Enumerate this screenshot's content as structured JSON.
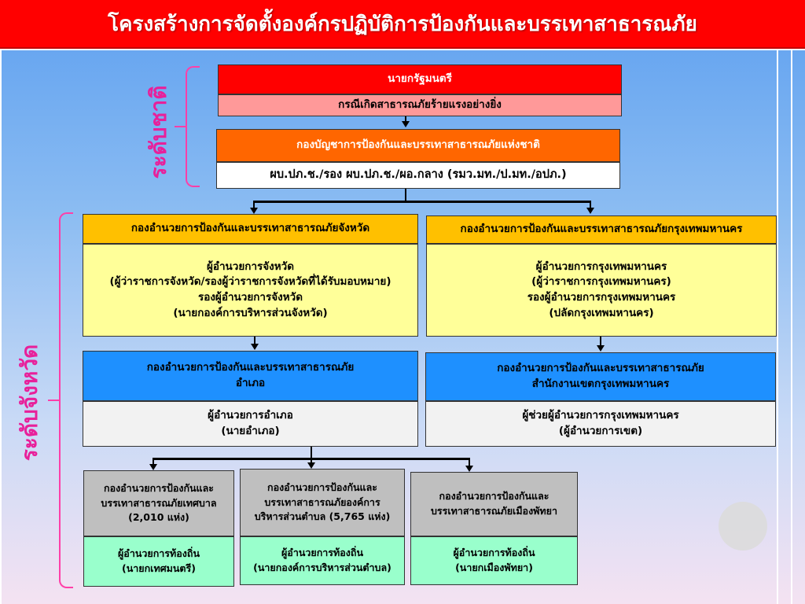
{
  "title": "โครงสร้างการจัดตั้งองค์กรปฏิบัติการป้องกันและบรรเทาสาธารณภัย",
  "levels": {
    "national": "ระดับชาติ",
    "provincial": "ระดับจังหวัด"
  },
  "national": {
    "pm": {
      "title": "นายกรัฐมนตรี",
      "subtitle": "กรณีเกิดสาธารณภัยร้ายแรงอย่างยิ่ง"
    },
    "command": {
      "title": "กองบัญชาการป้องกันและบรรเทาสาธารณภัยแห่งชาติ",
      "subtitle": "ผบ.ปภ.ช./รอง ผบ.ปภ.ช./ผอ.กลาง (รมว.มท./ป.มท./อปภ.)"
    }
  },
  "province": {
    "title": "กองอำนวยการป้องกันและบรรเทาสาธารณภัยจังหวัด",
    "lines": [
      "ผู้อำนวยการจังหวัด",
      "(ผู้ว่าราชการจังหวัด/รองผู้ว่าราชการจังหวัดที่ได้รับมอบหมาย)",
      "รองผู้อำนวยการจังหวัด",
      "(นายกองค์การบริหารส่วนจังหวัด)"
    ]
  },
  "bangkok": {
    "title": "กองอำนวยการป้องกันและบรรเทาสาธารณภัยกรุงเทพมหานคร",
    "lines": [
      "ผู้อำนวยการกรุงเทพมหานคร",
      "(ผู้ว่าราชการกรุงเทพมหานคร)",
      "รองผู้อำนวยการกรุงเทพมหานคร",
      "(ปลัดกรุงเทพมหานคร)"
    ]
  },
  "district": {
    "title": [
      "กองอำนวยการป้องกันและบรรเทาสาธารณภัย",
      "อำเภอ"
    ],
    "lines": [
      "ผู้อำนวยการอำเภอ",
      "(นายอำเภอ)"
    ]
  },
  "bkk_district": {
    "title": [
      "กองอำนวยการป้องกันและบรรเทาสาธารณภัย",
      "สำนักงานเขตกรุงเทพมหานคร"
    ],
    "lines": [
      "ผู้ช่วยผู้อำนวยการกรุงเทพมหานคร",
      "(ผู้อำนวยการเขต)"
    ]
  },
  "local": [
    {
      "title": [
        "กองอำนวยการป้องกันและ",
        "บรรเทาสาธารณภัยเทศบาล",
        "(2,010 แห่ง)"
      ],
      "lines": [
        "ผู้อำนวยการท้องถิ่น",
        "(นายกเทศมนตรี)"
      ]
    },
    {
      "title": [
        "กองอำนวยการป้องกันและ",
        "บรรเทาสาธารณภัยองค์การ",
        "บริหารส่วนตำบล (5,765 แห่ง)"
      ],
      "lines": [
        "ผู้อำนวยการท้องถิ่น",
        "(นายกองค์การบริหารส่วนตำบล)"
      ]
    },
    {
      "title": [
        "กองอำนวยการป้องกันและ",
        "บรรเทาสาธารณภัยเมืองพัทยา"
      ],
      "lines": [
        "ผู้อำนวยการท้องถิ่น",
        "(นายกเมืองพัทยา)"
      ]
    }
  ],
  "colors": {
    "banner": "#ff0000",
    "pm_header": "#ff0000",
    "pm_body": "#ff9999",
    "command_header": "#ff6600",
    "command_body": "#ffffff",
    "province_header": "#ffc000",
    "province_body": "#ffff99",
    "district_header": "#1e90ff",
    "district_body": "#f2f2f2",
    "local_header": "#bfbfbf",
    "local_body": "#99ffcc",
    "level_label": "#e8209a"
  }
}
